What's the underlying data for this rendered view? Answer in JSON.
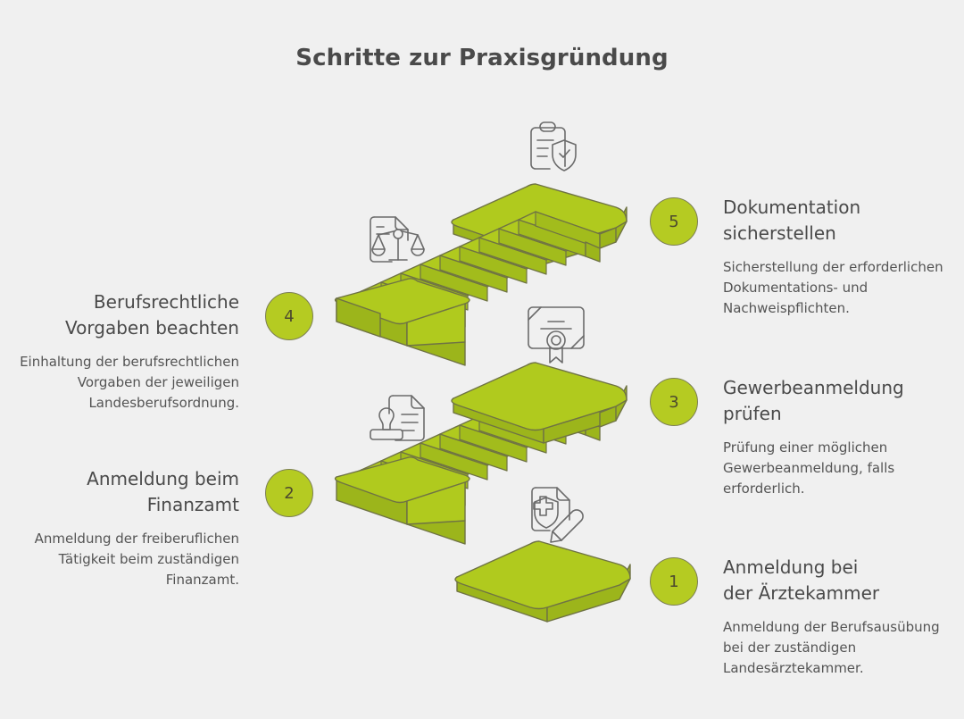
{
  "title": "Schritte zur Praxisgründung",
  "colors": {
    "background": "#f0f0f0",
    "green_top": "#b0ca1e",
    "green_side": "#9cb51b",
    "green_riser": "#a6c01d",
    "outline": "#6f7344",
    "badge_fill": "#b5cb22",
    "badge_border": "#7c7f55",
    "badge_text": "#4d4a2e",
    "title_text": "#4a4a4a",
    "body_text": "#545454",
    "icon_stroke": "#6b6b6b"
  },
  "steps": [
    {
      "number": "1",
      "title": "Anmeldung bei\nder Ärztekammer",
      "title_line1": "Anmeldung bei",
      "title_line2": "der Ärztekammer",
      "description": "Anmeldung der Berufsausübung bei der zuständigen Landesärztekammer.",
      "side": "right",
      "icon": "medical-document-pencil-icon"
    },
    {
      "number": "2",
      "title": "Anmeldung beim\nFinanzamt",
      "title_line1": "Anmeldung beim",
      "title_line2": "Finanzamt",
      "description": "Anmeldung der freiberuflichen Tätigkeit beim zuständigen Finanzamt.",
      "side": "left",
      "icon": "stamp-document-icon"
    },
    {
      "number": "3",
      "title": "Gewerbeanmeldung\nprüfen",
      "title_line1": "Gewerbeanmeldung",
      "title_line2": "prüfen",
      "description": "Prüfung einer möglichen Gewerbeanmeldung, falls erforderlich.",
      "side": "right",
      "icon": "certificate-seal-icon"
    },
    {
      "number": "4",
      "title": "Berufsrechtliche\nVorgaben beachten",
      "title_line1": "Berufsrechtliche",
      "title_line2": "Vorgaben beachten",
      "description": "Einhaltung der berufsrechtlichen Vorgaben der jeweiligen Landesberufsordnung.",
      "side": "left",
      "icon": "document-scales-icon"
    },
    {
      "number": "5",
      "title": "Dokumentation\nsicherstellen",
      "title_line1": "Dokumentation",
      "title_line2": "sicherstellen",
      "description": "Sicherstellung der erforderlichen Dokumentations- und Nachweispflichten.",
      "side": "right",
      "icon": "clipboard-shield-check-icon"
    }
  ]
}
